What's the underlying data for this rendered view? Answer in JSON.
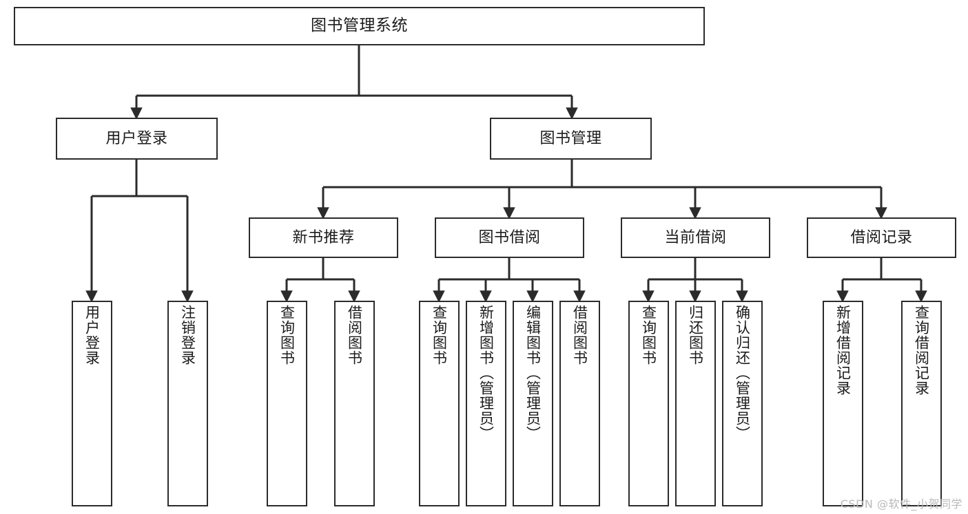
{
  "diagram": {
    "title": "图书管理系统",
    "type": "tree",
    "background_color": "#ffffff",
    "line_color": "#2b2b2b",
    "text_color": "#1b1b1b"
  },
  "watermark": {
    "text": "CSDN @软件_小贺同学",
    "color": "#b9b9b9"
  },
  "nodes": {
    "root": {
      "label": "图书管理系统"
    },
    "level2": [
      {
        "id": "user-login",
        "label": "用户登录"
      },
      {
        "id": "book-manage",
        "label": "图书管理"
      }
    ],
    "level3": [
      {
        "id": "new-book-recommend",
        "label": "新书推荐"
      },
      {
        "id": "book-borrow",
        "label": "图书借阅"
      },
      {
        "id": "current-borrow",
        "label": "当前借阅"
      },
      {
        "id": "borrow-record",
        "label": "借阅记录"
      }
    ],
    "leaves": [
      {
        "id": "leaf-user-login",
        "label": "用户登录",
        "parent": "user-login"
      },
      {
        "id": "leaf-logout",
        "label": "注销登录",
        "parent": "user-login"
      },
      {
        "id": "leaf-query-book-1",
        "label": "查询图书",
        "parent": "new-book-recommend"
      },
      {
        "id": "leaf-borrow-book-1",
        "label": "借阅图书",
        "parent": "new-book-recommend"
      },
      {
        "id": "leaf-query-book-2",
        "label": "查询图书",
        "parent": "book-borrow"
      },
      {
        "id": "leaf-add-book",
        "label": "新增图书（管理员）",
        "parent": "book-borrow"
      },
      {
        "id": "leaf-edit-book",
        "label": "编辑图书（管理员）",
        "parent": "book-borrow"
      },
      {
        "id": "leaf-borrow-book-2",
        "label": "借阅图书",
        "parent": "book-borrow"
      },
      {
        "id": "leaf-query-book-3",
        "label": "查询图书",
        "parent": "current-borrow"
      },
      {
        "id": "leaf-return-book",
        "label": "归还图书",
        "parent": "current-borrow"
      },
      {
        "id": "leaf-confirm-return",
        "label": "确认归还（管理员）",
        "parent": "current-borrow"
      },
      {
        "id": "leaf-add-record",
        "label": "新增借阅记录",
        "parent": "borrow-record"
      },
      {
        "id": "leaf-query-record",
        "label": "查询借阅记录",
        "parent": "borrow-record"
      }
    ]
  }
}
